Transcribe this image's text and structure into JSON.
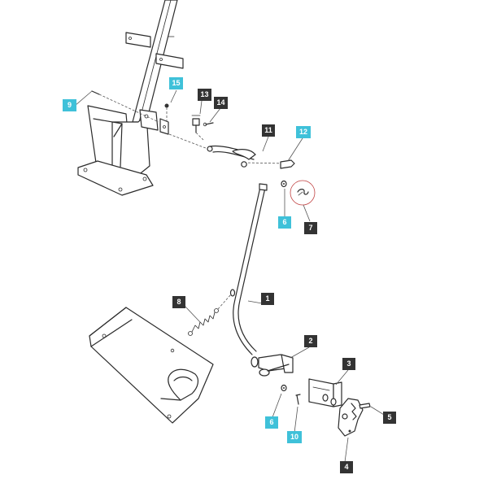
{
  "diagram": {
    "colors": {
      "dark_label": "#333333",
      "highlight_label": "#3fc1d9",
      "line": "#2b2b2b",
      "detail_circle": "#c04040"
    },
    "callouts": [
      {
        "id": "c1",
        "label": "1",
        "style": "dark"
      },
      {
        "id": "c2",
        "label": "2",
        "style": "dark"
      },
      {
        "id": "c3",
        "label": "3",
        "style": "dark"
      },
      {
        "id": "c4",
        "label": "4",
        "style": "dark"
      },
      {
        "id": "c5",
        "label": "5",
        "style": "dark"
      },
      {
        "id": "c6a",
        "label": "6",
        "style": "cyan"
      },
      {
        "id": "c6b",
        "label": "6",
        "style": "cyan"
      },
      {
        "id": "c7",
        "label": "7",
        "style": "dark"
      },
      {
        "id": "c8",
        "label": "8",
        "style": "dark"
      },
      {
        "id": "c9",
        "label": "9",
        "style": "dark"
      },
      {
        "id": "c10",
        "label": "10",
        "style": "cyan"
      },
      {
        "id": "c11",
        "label": "11",
        "style": "cyan"
      },
      {
        "id": "c12",
        "label": "12",
        "style": "cyan"
      },
      {
        "id": "c13",
        "label": "13",
        "style": "dark"
      },
      {
        "id": "c14",
        "label": "14",
        "style": "dark"
      },
      {
        "id": "c15",
        "label": "15",
        "style": "cyan"
      }
    ]
  }
}
